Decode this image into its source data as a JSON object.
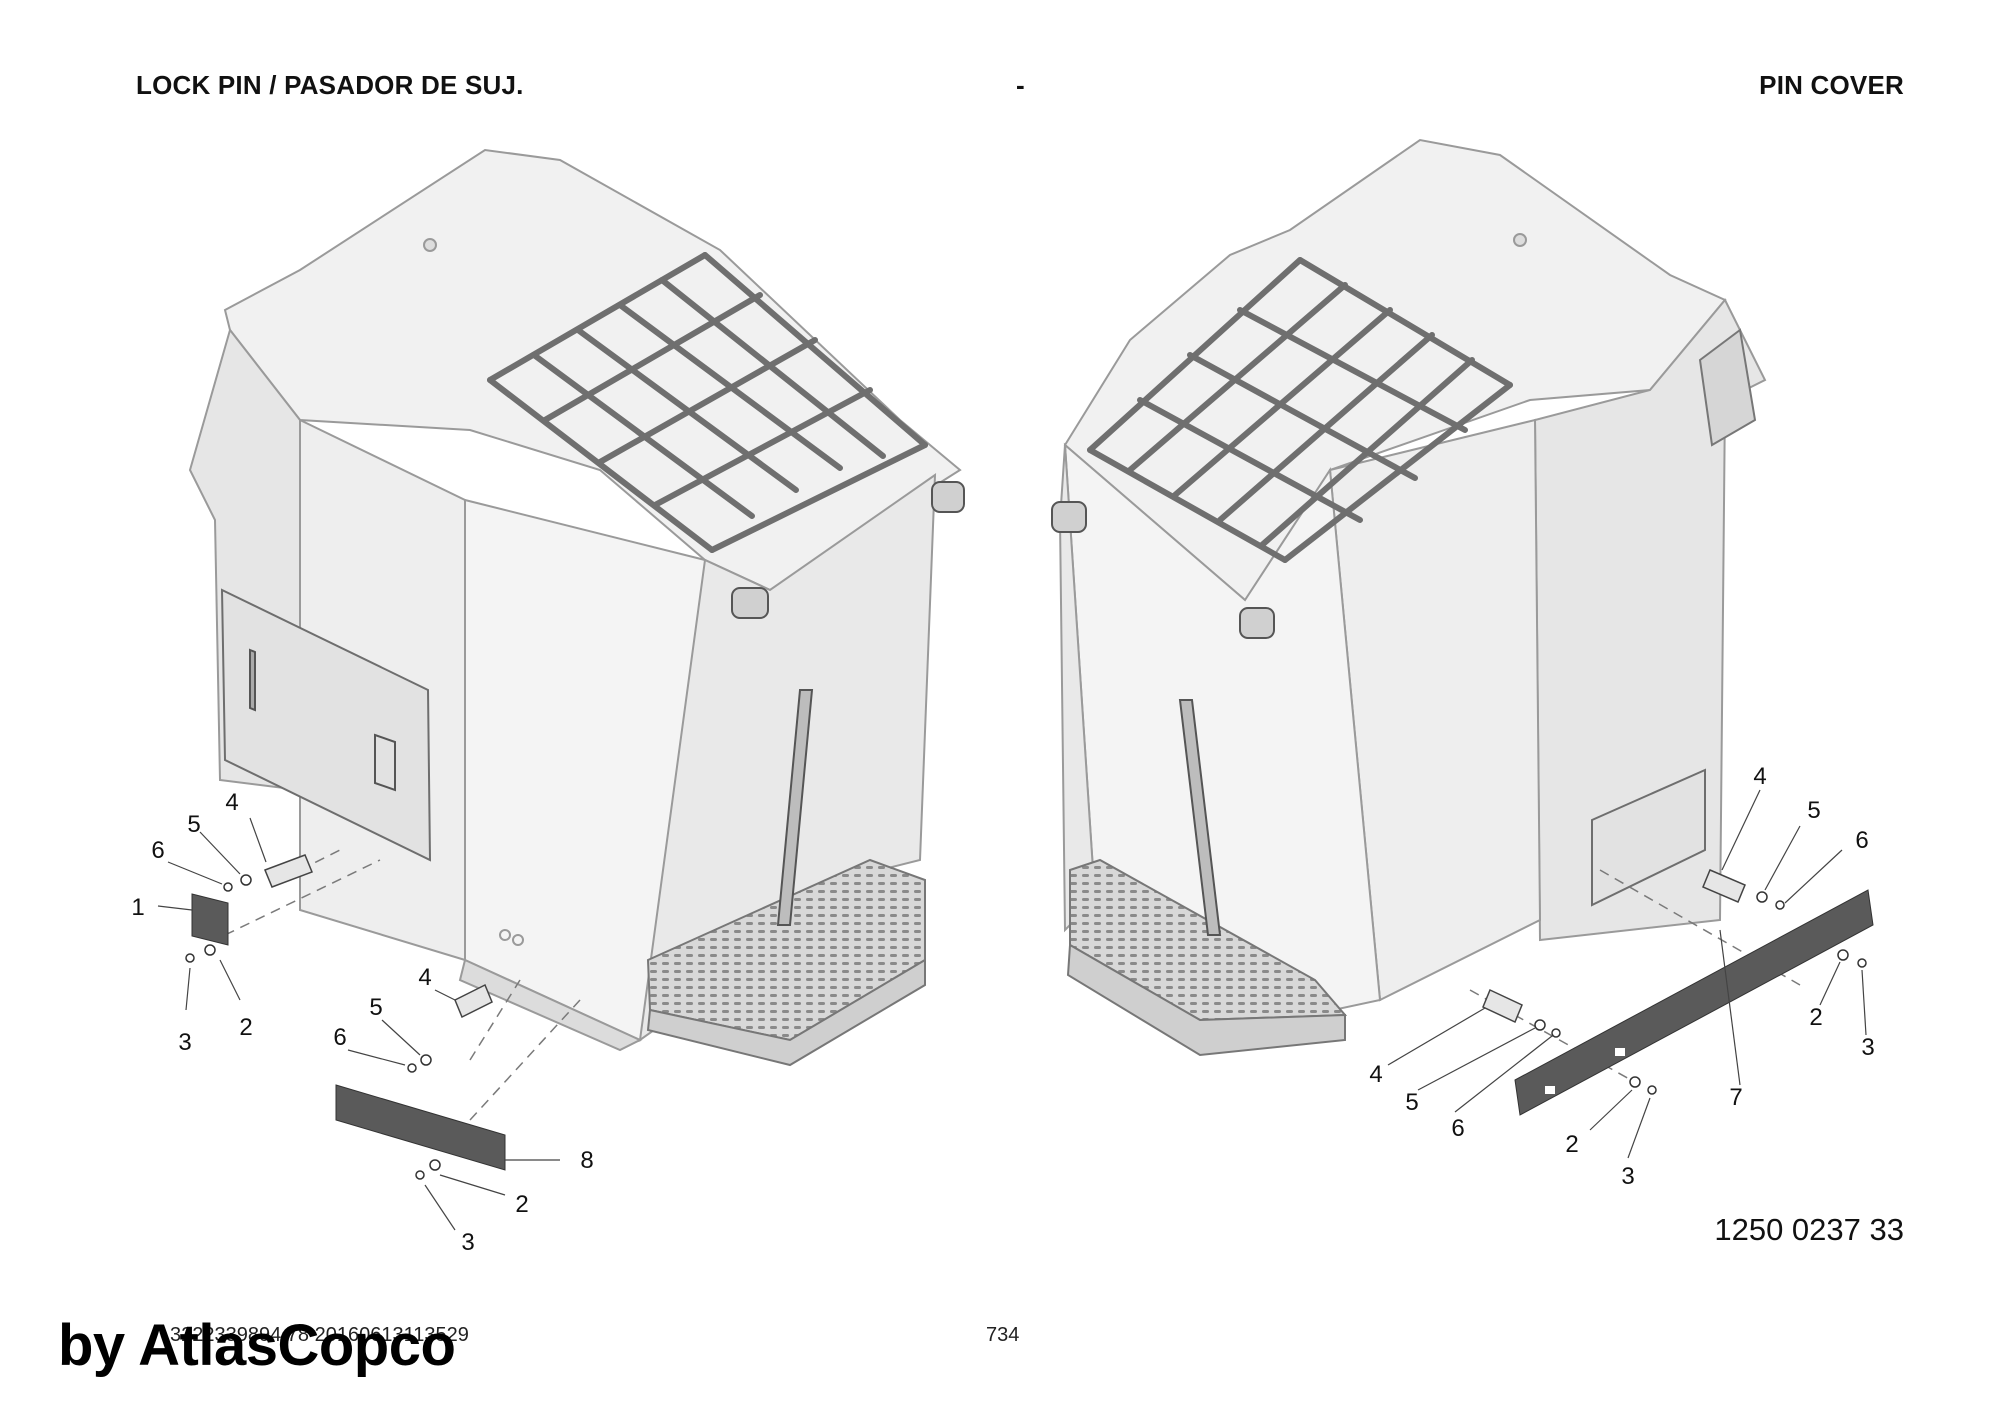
{
  "header": {
    "left_title": "LOCK PIN / PASADOR DE SUJ.",
    "center": "-",
    "right_title": "PIN COVER"
  },
  "callouts_left": [
    "1",
    "2",
    "3",
    "4",
    "5",
    "6",
    "8",
    "2",
    "3",
    "4",
    "5",
    "6"
  ],
  "callouts_right": [
    "4",
    "5",
    "6",
    "2",
    "3",
    "7",
    "4",
    "5",
    "6",
    "2",
    "3"
  ],
  "drawing_number": "1250 0237 33",
  "footer": {
    "doc_id": "3222339894 78 20160613113529",
    "page_number": "734"
  },
  "watermark": "by AtlasCopco",
  "colors": {
    "body_fill": "#ececec",
    "body_stroke": "#9a9a9a",
    "rail": "#7a7a7a",
    "part_dark": "#5a5a5a"
  }
}
